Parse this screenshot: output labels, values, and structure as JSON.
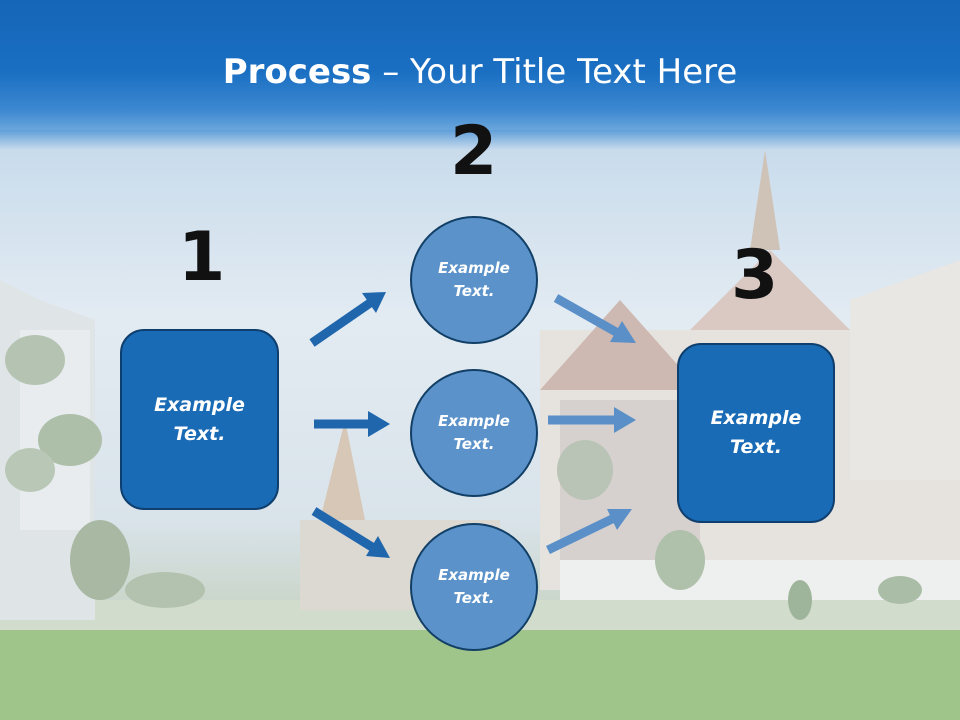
{
  "slide": {
    "title_bold": "Process",
    "title_rest": " – Your Title Text Here",
    "steps": [
      {
        "number": "1",
        "text": "Example\nText."
      },
      {
        "number": "2",
        "circles": [
          "Example\nText.",
          "Example\nText.",
          "Example\nText."
        ]
      },
      {
        "number": "3",
        "text": "Example\nText."
      }
    ]
  },
  "colors": {
    "header": "#1a6fc2",
    "box_fill": "#1a6bb6",
    "circle_fill": "#5b92c9",
    "arrow_dark": "#1f66ad",
    "arrow_light": "#5a8fc8"
  }
}
